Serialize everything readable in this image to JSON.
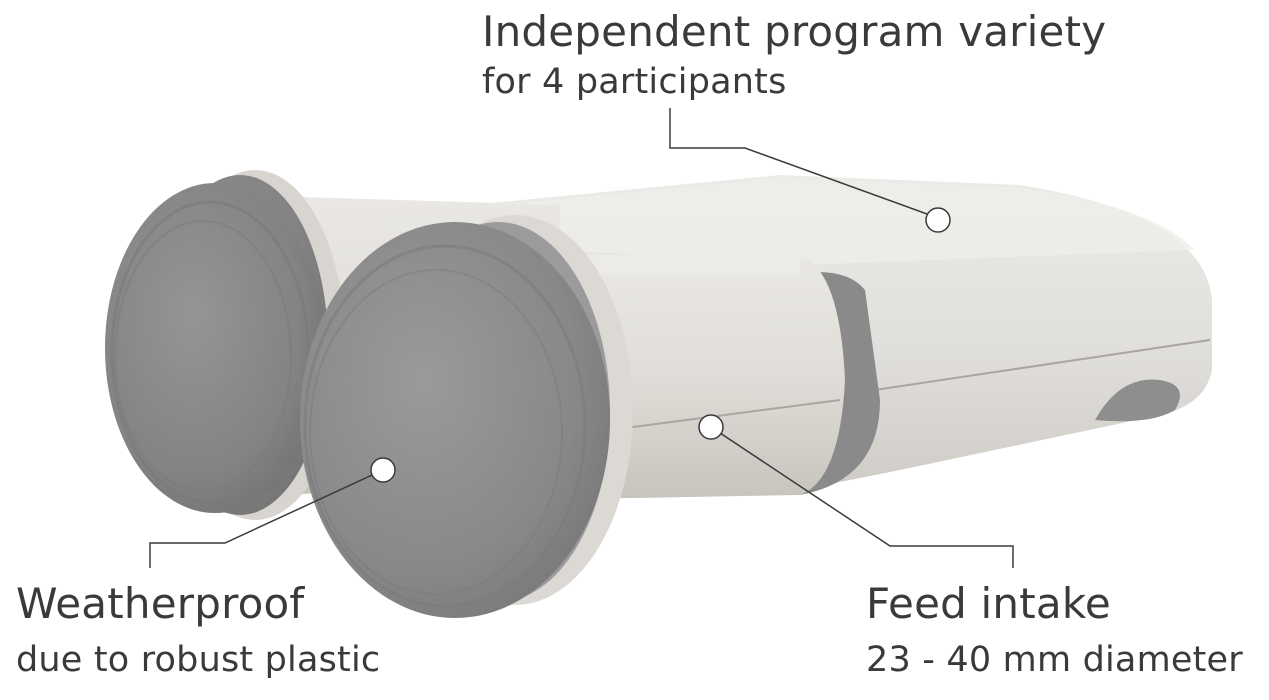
{
  "callouts": {
    "top": {
      "headline": "Independent program variety",
      "subline": "for 4 participants"
    },
    "left": {
      "headline": "Weatherproof",
      "subline": "due to robust plastic"
    },
    "right": {
      "headline": "Feed intake",
      "subline": "23 - 40 mm diameter"
    }
  },
  "colors": {
    "body": "#e3e1dd",
    "body_shadow": "#c9c6c1",
    "cap": "#8c8c8c",
    "cap_dark": "#6f6f6f",
    "ring": "#d9d6d1",
    "leader": "#3a3a3a"
  }
}
